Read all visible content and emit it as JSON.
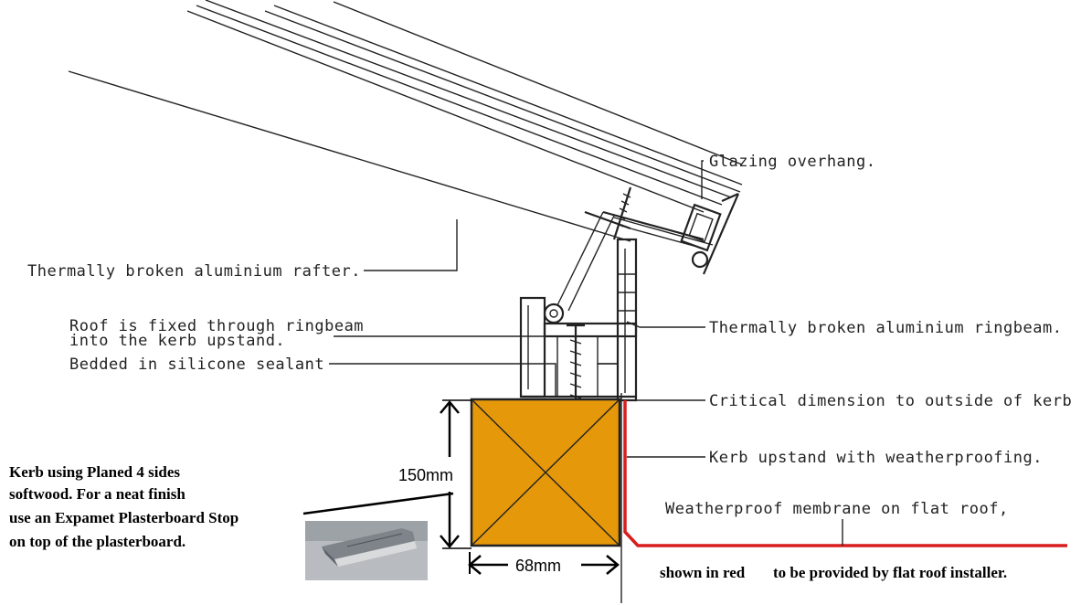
{
  "diagram": {
    "labels": {
      "glazing_overhang": "Glazing overhang.",
      "rafter": "Thermally broken aluminium rafter.",
      "roof_fixed_line1": "Roof is fixed through ringbeam",
      "roof_fixed_line2": "into the kerb upstand.",
      "bedded": "Bedded in silicone sealant",
      "ringbeam": "Thermally broken aluminium ringbeam.",
      "critical_dimension": "Critical dimension to outside of kerb",
      "kerb_upstand": "Kerb upstand with weatherproofing.",
      "membrane": "Weatherproof membrane on flat roof,",
      "shown_in_red": "shown in red",
      "installer": "to be provided by flat roof installer."
    },
    "note": {
      "line1": "Kerb using Planed 4 sides",
      "line2": "softwood. For a neat finish",
      "line3": "use an Expamet Plasterboard Stop",
      "line4": "on top of the plasterboard."
    },
    "dimensions": {
      "height": "150mm",
      "width": "68mm"
    },
    "colors": {
      "kerb": "#E5980A",
      "membrane": "#D81E1E",
      "lines": "#222222"
    }
  }
}
